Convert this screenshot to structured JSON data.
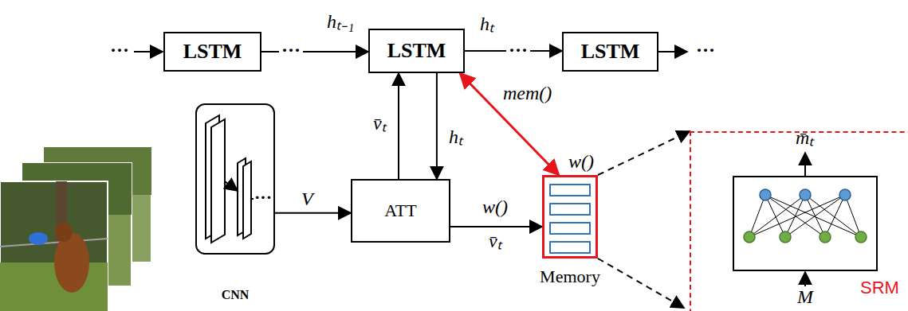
{
  "diagram": {
    "nodes": [
      {
        "text": [
          "LSTM"
        ]
      },
      {
        "text": [
          "LSTM"
        ]
      },
      {
        "text": [
          "LSTM"
        ]
      },
      {
        "text": [
          "CNN"
        ]
      },
      {
        "text": [
          "ATT"
        ]
      },
      {
        "text": [
          "Memory"
        ]
      },
      {
        "text": [
          "SRM"
        ]
      }
    ],
    "edges": [
      {
        "from": 0,
        "to": 1,
        "arrow": "to",
        "label": "hₜ₋₁"
      },
      {
        "from": 1,
        "to": 2,
        "arrow": "to",
        "label": "hₜ"
      },
      {
        "from": 3,
        "to": 4,
        "arrow": "to",
        "label": "V"
      },
      {
        "from": 4,
        "to": 1,
        "arrow": "to",
        "label": "v̄ₜ"
      },
      {
        "from": 1,
        "to": 4,
        "arrow": "to",
        "label": "hₜ"
      },
      {
        "from": 4,
        "to": 5,
        "arrow": "to",
        "label": "w()"
      },
      {
        "from": 1,
        "to": 5,
        "arrow": "both",
        "label": "mem()"
      },
      {
        "from": 5,
        "to": 6,
        "arrow": "to"
      }
    ],
    "labels": [
      "···",
      "···",
      "···",
      "···",
      "···",
      "v̄ₜ",
      "w()",
      "m̄ₜ",
      "M"
    ]
  }
}
